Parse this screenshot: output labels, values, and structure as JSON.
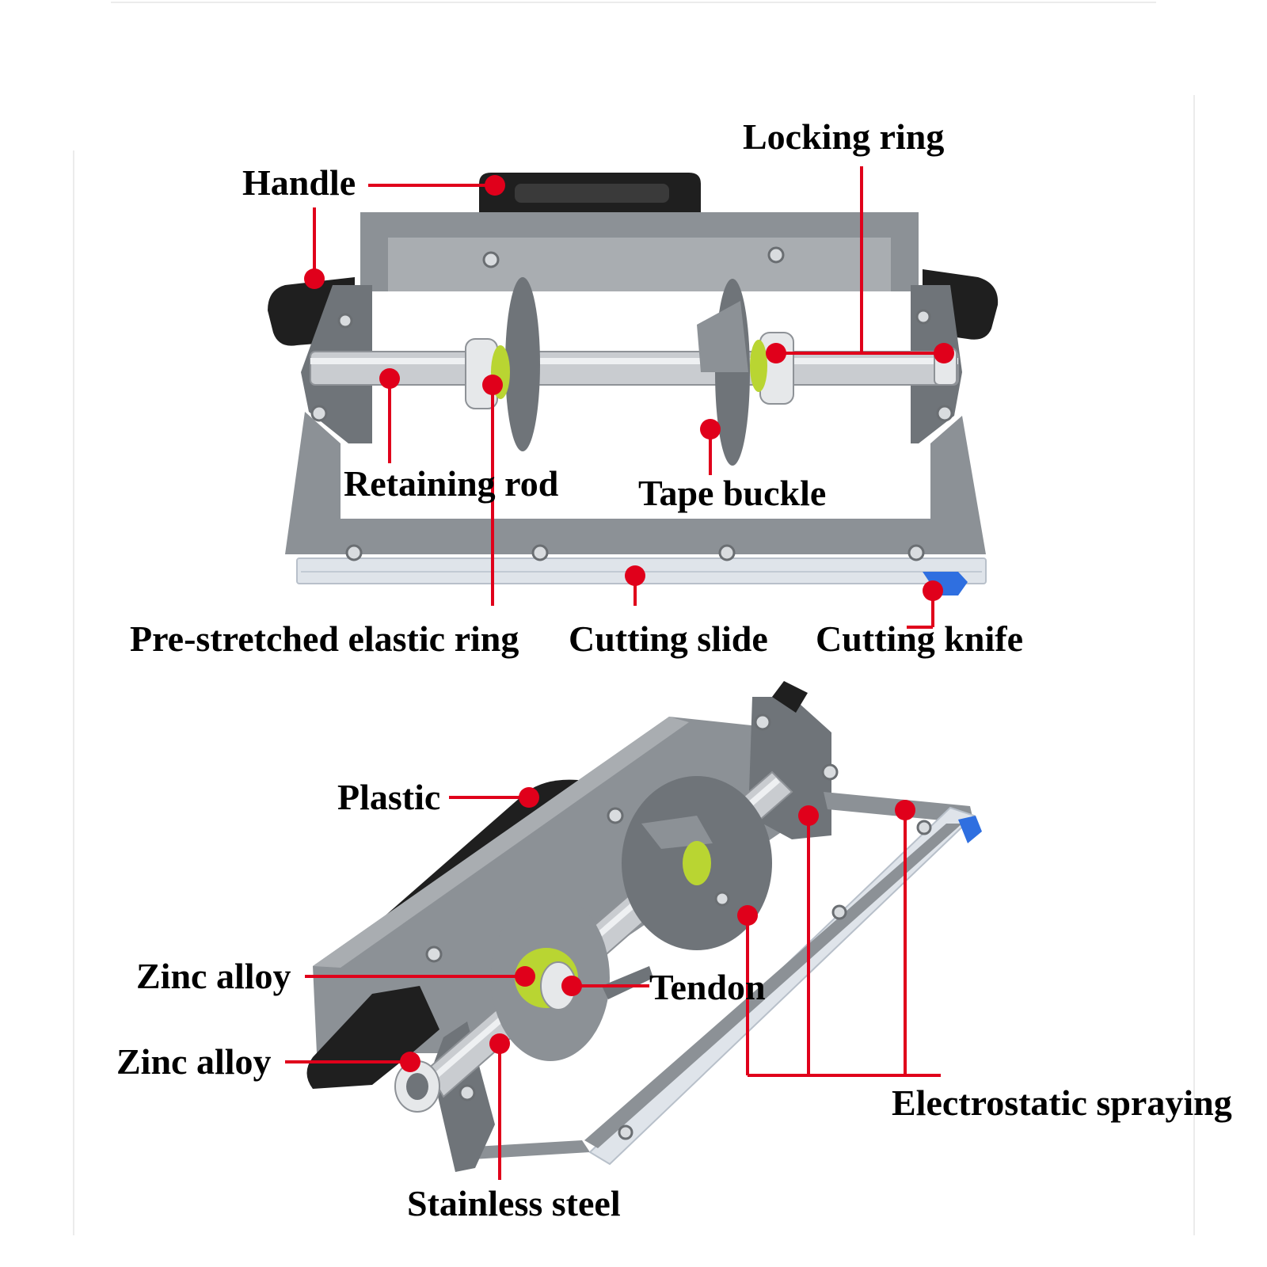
{
  "colors": {
    "leader": "#e0001b",
    "frame": "#8c9196",
    "frame_dark": "#6f7479",
    "frame_light": "#a9adb1",
    "rod": "#c9ccd0",
    "rod_dark": "#8e9297",
    "handle": "#1f1f1f",
    "ring": "#b9d532",
    "slide": "#dfe4ea",
    "knife": "#2f6fe0"
  },
  "top_labels": {
    "handle": "Handle",
    "locking_ring": "Locking ring",
    "retaining_rod": "Retaining rod",
    "tape_buckle": "Tape buckle",
    "elastic_ring": "Pre-stretched elastic ring",
    "cutting_slide": "Cutting slide",
    "cutting_knife": "Cutting knife"
  },
  "bottom_labels": {
    "plastic": "Plastic",
    "zinc_alloy_1": "Zinc alloy",
    "zinc_alloy_2": "Zinc alloy",
    "tendon": "Tendon",
    "electrostatic": "Electrostatic spraying",
    "stainless": "Stainless steel"
  }
}
